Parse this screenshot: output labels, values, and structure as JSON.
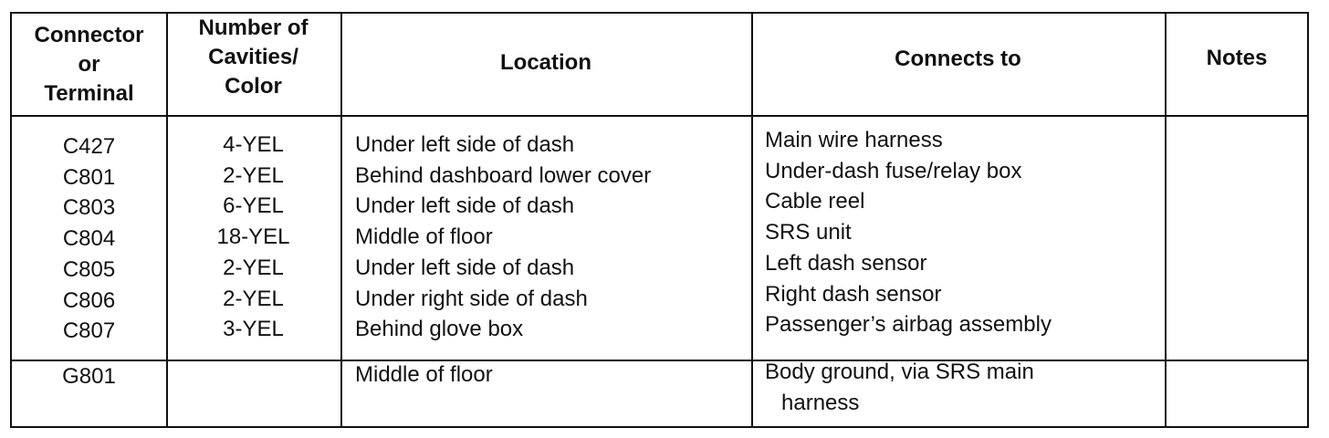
{
  "headers": {
    "connector": [
      "Connector",
      "or",
      "Terminal"
    ],
    "cavities": [
      "Number of",
      "Cavities/",
      "Color"
    ],
    "location": "Location",
    "connects_to": "Connects to",
    "notes": "Notes"
  },
  "group1": {
    "connectors": [
      "C427",
      "C801",
      "C803",
      "C804",
      "C805",
      "C806",
      "C807"
    ],
    "cavities": [
      "4-YEL",
      "2-YEL",
      "6-YEL",
      "18-YEL",
      "2-YEL",
      "2-YEL",
      "3-YEL"
    ],
    "locations": [
      "Under left side of dash",
      "Behind dashboard lower cover",
      "Under left side of dash",
      "Middle of floor",
      "Under left side of dash",
      "Under right side of dash",
      "Behind glove box"
    ],
    "connects_to": [
      "Main wire harness",
      "Under-dash fuse/relay box",
      "Cable reel",
      "SRS unit",
      "Left dash sensor",
      "Right dash sensor",
      "Passenger’s airbag assembly"
    ]
  },
  "group2": {
    "connector": "G801",
    "location": "Middle of floor",
    "connects_to_line1": "Body ground, via SRS main",
    "connects_to_line2": "harness"
  }
}
